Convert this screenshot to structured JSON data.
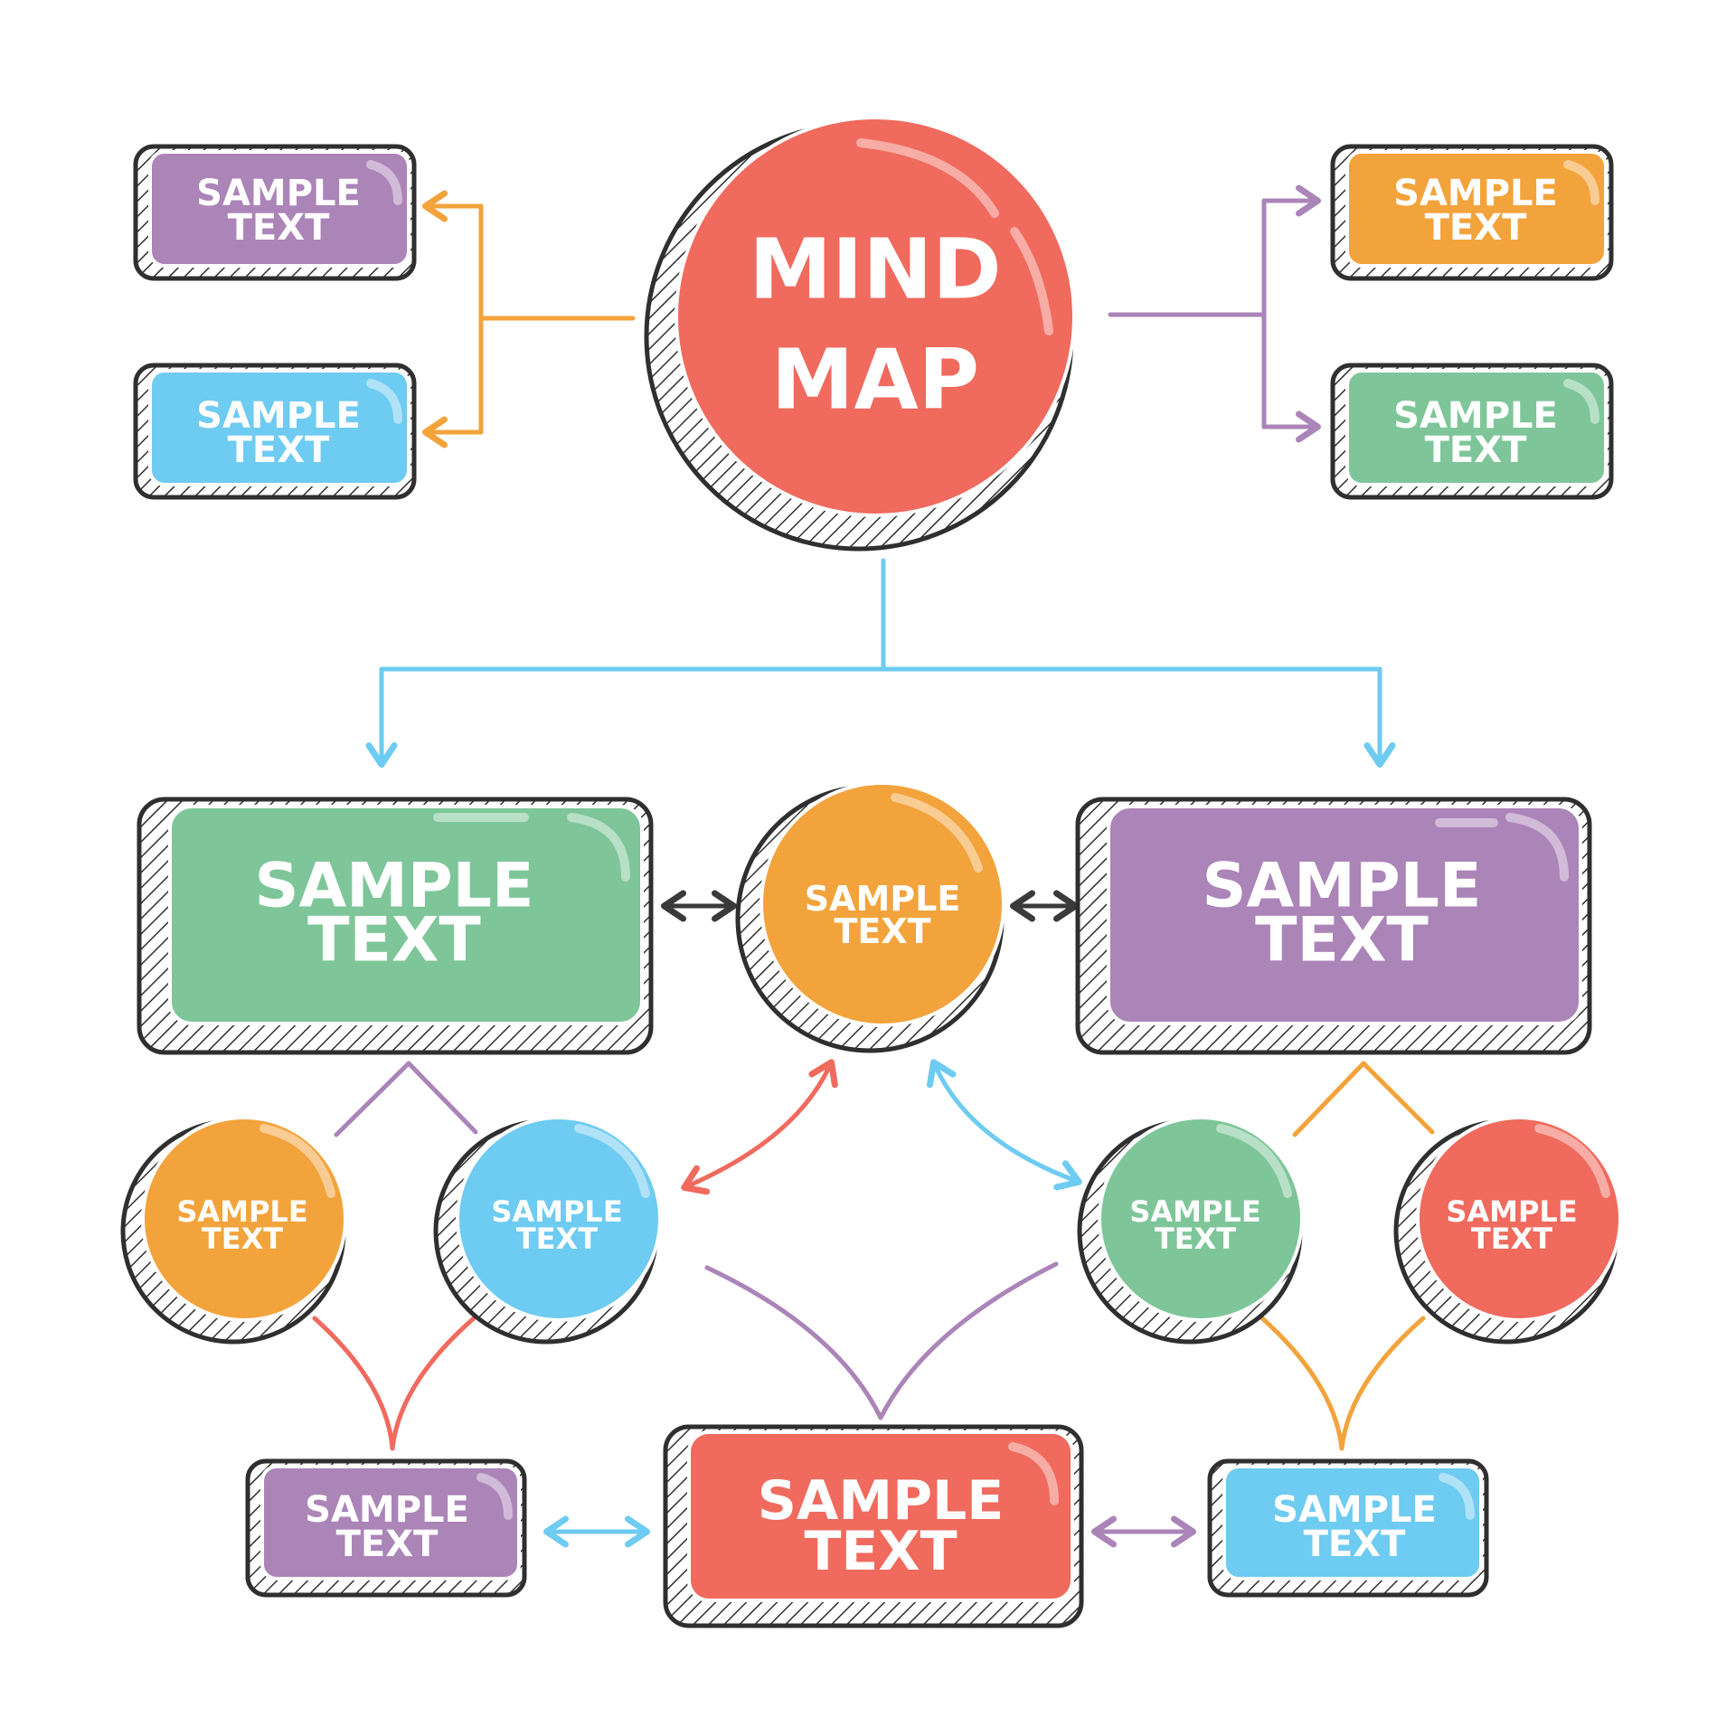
{
  "colors": {
    "red": "#f06a5d",
    "orange": "#f3a33b",
    "purple": "#ab84b8",
    "blue": "#6ecbf1",
    "green": "#7ec699",
    "outline": "#2f2f2f",
    "arrow_dark": "#3a3a3a"
  },
  "nodes": {
    "center": {
      "line1": "MIND",
      "line2": "MAP",
      "color": "red"
    },
    "top_left_1": {
      "line1": "SAMPLE",
      "line2": "TEXT",
      "color": "purple"
    },
    "top_left_2": {
      "line1": "SAMPLE",
      "line2": "TEXT",
      "color": "blue"
    },
    "top_right_1": {
      "line1": "SAMPLE",
      "line2": "TEXT",
      "color": "orange"
    },
    "top_right_2": {
      "line1": "SAMPLE",
      "line2": "TEXT",
      "color": "green"
    },
    "mid_left_box": {
      "line1": "SAMPLE",
      "line2": "TEXT",
      "color": "green"
    },
    "mid_center_circle": {
      "line1": "SAMPLE",
      "line2": "TEXT",
      "color": "orange"
    },
    "mid_right_box": {
      "line1": "SAMPLE",
      "line2": "TEXT",
      "color": "purple"
    },
    "circle_1": {
      "line1": "SAMPLE",
      "line2": "TEXT",
      "color": "orange"
    },
    "circle_2": {
      "line1": "SAMPLE",
      "line2": "TEXT",
      "color": "blue"
    },
    "circle_3": {
      "line1": "SAMPLE",
      "line2": "TEXT",
      "color": "green"
    },
    "circle_4": {
      "line1": "SAMPLE",
      "line2": "TEXT",
      "color": "red"
    },
    "bottom_left_box": {
      "line1": "SAMPLE",
      "line2": "TEXT",
      "color": "purple"
    },
    "bottom_center_box": {
      "line1": "SAMPLE",
      "line2": "TEXT",
      "color": "red"
    },
    "bottom_right_box": {
      "line1": "SAMPLE",
      "line2": "TEXT",
      "color": "blue"
    }
  }
}
